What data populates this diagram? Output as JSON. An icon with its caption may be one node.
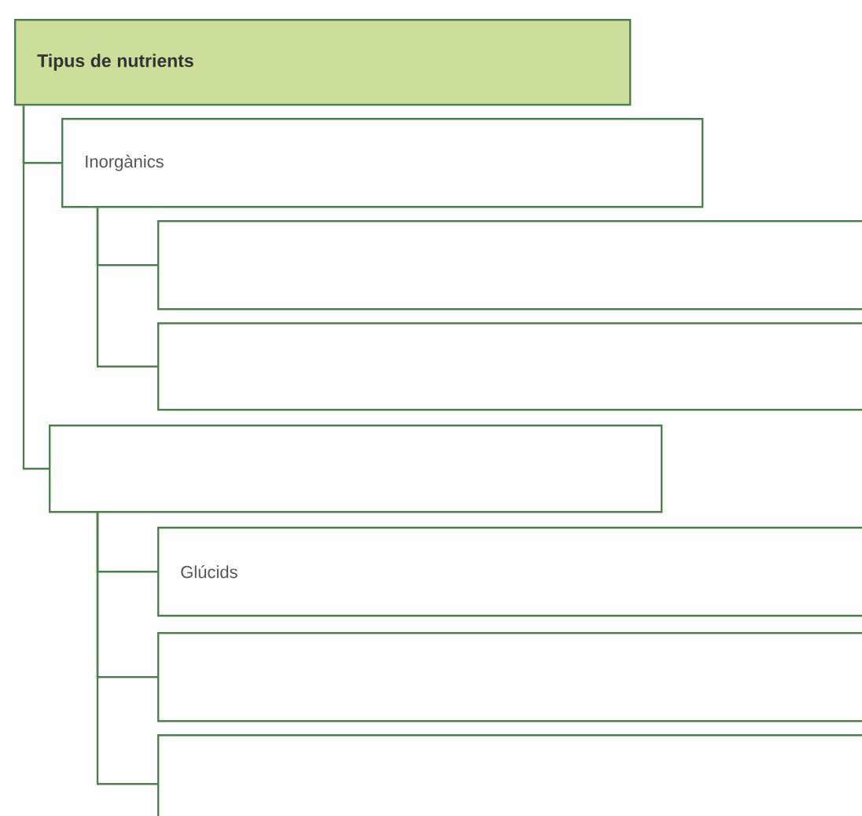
{
  "diagram": {
    "nodes": [
      {
        "text": [
          "Tipus de nutrients"
        ]
      },
      {
        "text": [
          "Inorgànics"
        ]
      },
      {
        "text": [],
        "shape": "box"
      },
      {
        "text": [],
        "shape": "box"
      },
      {
        "text": [],
        "shape": "box"
      },
      {
        "text": [
          "Glúcids"
        ]
      },
      {
        "text": [],
        "shape": "box"
      },
      {
        "text": [],
        "shape": "box"
      }
    ],
    "edges": [
      {
        "from": 0,
        "to": 1,
        "arrow": "none"
      },
      {
        "from": 0,
        "to": 4,
        "arrow": "none"
      },
      {
        "from": 1,
        "to": 2,
        "arrow": "none"
      },
      {
        "from": 1,
        "to": 3,
        "arrow": "none"
      },
      {
        "from": 4,
        "to": 5,
        "arrow": "none"
      },
      {
        "from": 4,
        "to": 6,
        "arrow": "none"
      },
      {
        "from": 4,
        "to": 7,
        "arrow": "none"
      }
    ]
  }
}
